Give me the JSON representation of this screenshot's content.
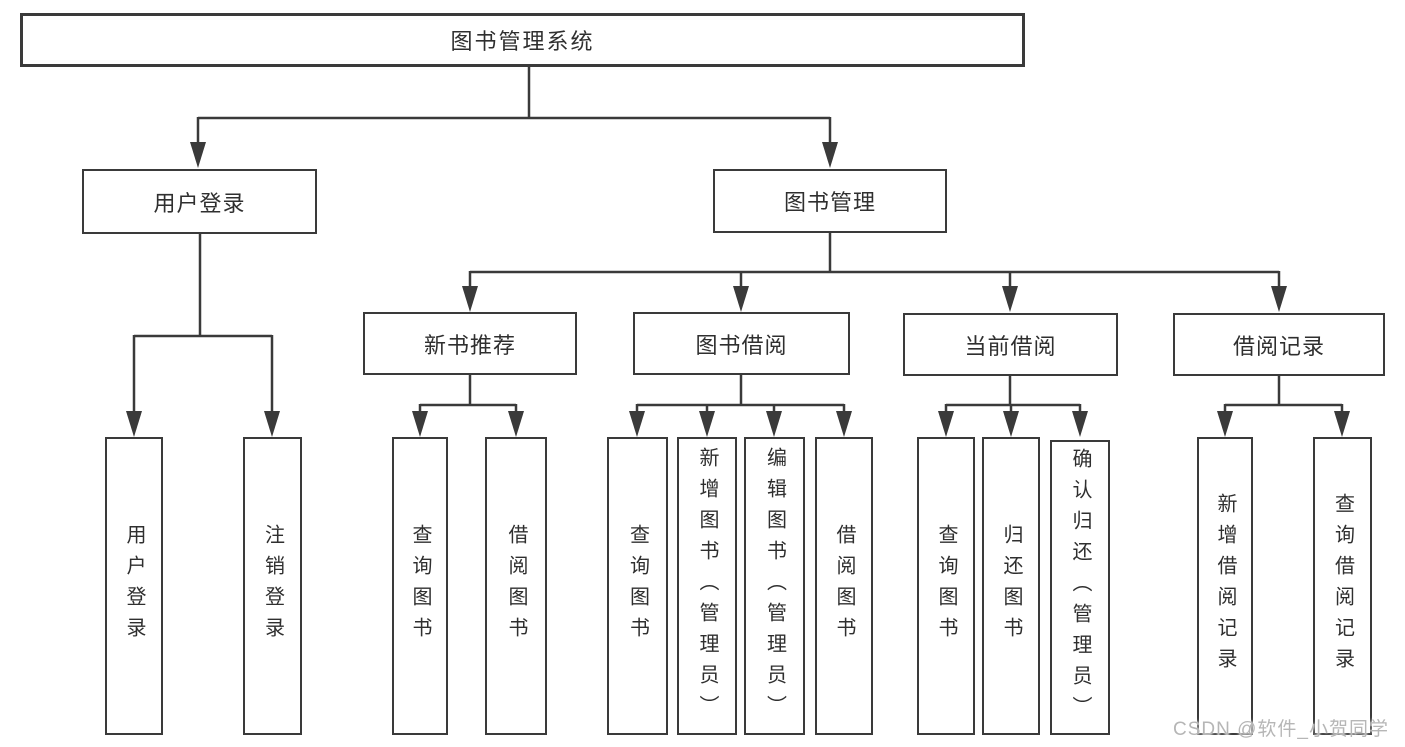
{
  "diagram": {
    "root": {
      "label": "图书管理系统"
    },
    "login": {
      "label": "用户登录",
      "leaves": [
        "用户登录",
        "注销登录"
      ]
    },
    "manage": {
      "label": "图书管理",
      "groups": [
        {
          "label": "新书推荐",
          "leaves": [
            "查询图书",
            "借阅图书"
          ]
        },
        {
          "label": "图书借阅",
          "leaves": [
            "查询图书",
            "新增图书（管理员）",
            "编辑图书（管理员）",
            "借阅图书"
          ]
        },
        {
          "label": "当前借阅",
          "leaves": [
            "查询图书",
            "归还图书",
            "确认归还（管理员）"
          ]
        },
        {
          "label": "借阅记录",
          "leaves": [
            "新增借阅记录",
            "查询借阅记录"
          ]
        }
      ]
    }
  },
  "watermark": {
    "text": "CSDN @软件_小贺同学"
  },
  "colors": {
    "line": "#3a3a3a",
    "text": "#2f2f2f",
    "background": "#ffffff",
    "watermark": "#b6b6b6"
  }
}
